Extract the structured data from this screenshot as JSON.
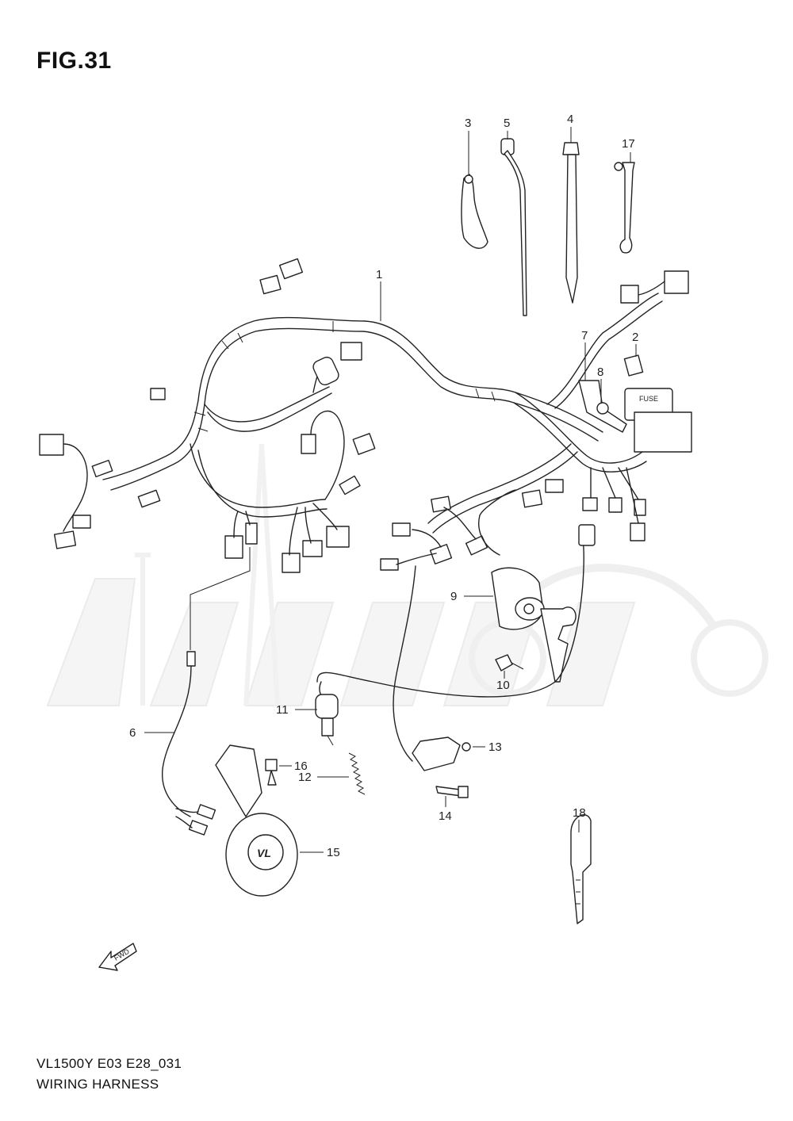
{
  "figure": {
    "title": "FIG.31",
    "model_code": "VL1500Y  E03  E28_031",
    "diagram_title": "WIRING HARNESS",
    "fwd_label": "FWD",
    "emblem_label": "VL",
    "fuse_label": "FUSE"
  },
  "callouts": [
    "1",
    "2",
    "3",
    "4",
    "5",
    "6",
    "7",
    "8",
    "9",
    "10",
    "11",
    "12",
    "13",
    "14",
    "15",
    "16",
    "17",
    "18"
  ],
  "colors": {
    "line": "#222222",
    "watermark": "#e6e6e6",
    "background": "#ffffff"
  }
}
